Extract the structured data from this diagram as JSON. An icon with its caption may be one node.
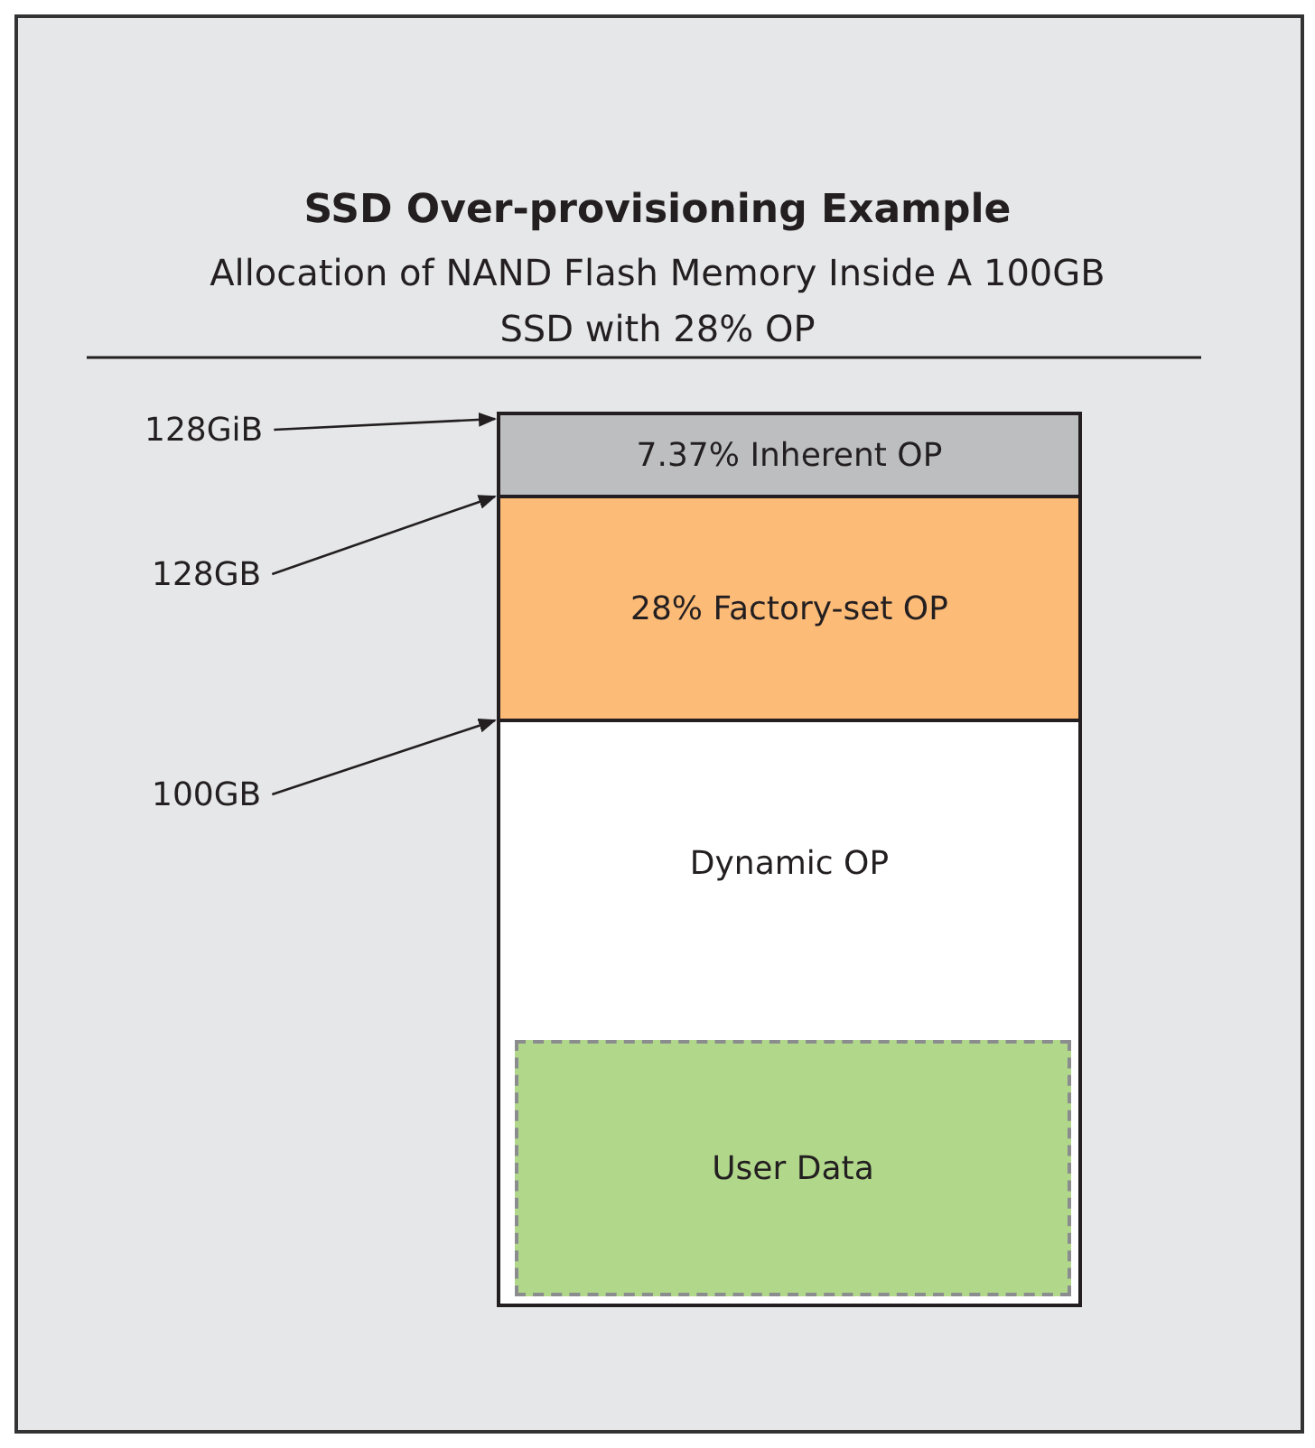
{
  "diagram": {
    "title": "SSD Over-provisioning Example",
    "nodes": [
      {
        "text": [
          "7.37% Inherent OP"
        ]
      },
      {
        "text": [
          "28% Factory-set OP"
        ]
      },
      {
        "text": [
          "Dynamic OP"
        ]
      },
      {
        "text": [
          "User Data"
        ],
        "in": 2
      },
      {
        "text": [
          "128GiB"
        ]
      },
      {
        "text": [
          "128GB"
        ]
      },
      {
        "text": [
          "100GB"
        ]
      }
    ],
    "edges": [
      {
        "from": 4,
        "to": 0,
        "arrow": "to"
      },
      {
        "from": 5,
        "to": 0,
        "arrow": "to"
      },
      {
        "from": 6,
        "to": 1,
        "arrow": "to"
      }
    ],
    "labels": [
      "Allocation of NAND Flash Memory Inside A 100GB SSD with 28% OP"
    ]
  }
}
